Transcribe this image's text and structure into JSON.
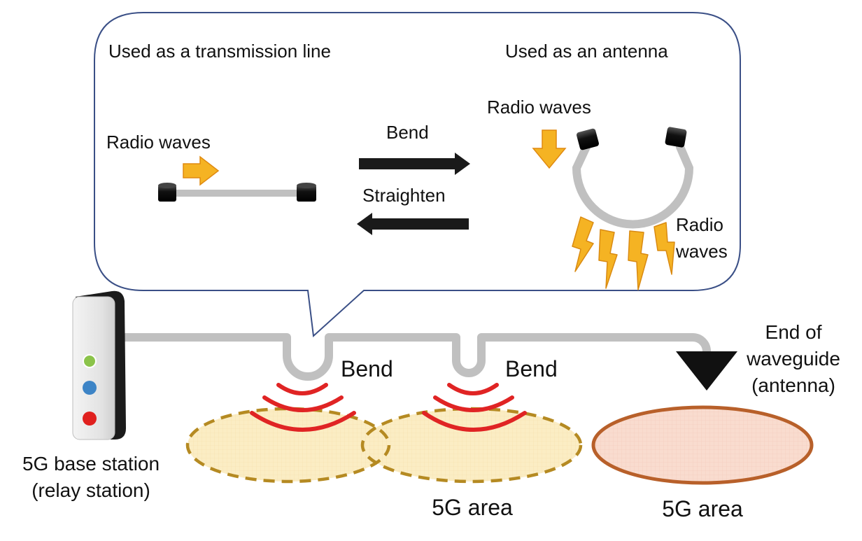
{
  "callout": {
    "left_title": "Used as a transmission line",
    "right_title": "Used as an antenna",
    "left_radio_label": "Radio waves",
    "right_radio_label": "Radio waves",
    "bend_arrow_label": "Bend",
    "straighten_arrow_label": "Straighten",
    "radiated_label_line1": "Radio",
    "radiated_label_line2": "waves"
  },
  "scene": {
    "station_label_line1": "5G base station",
    "station_label_line2": "(relay station)",
    "bend_label_1": "Bend",
    "bend_label_2": "Bend",
    "end_label_line1": "End of",
    "end_label_line2": "waveguide",
    "end_label_line3": "(antenna)",
    "area_label_1": "5G area",
    "area_label_2": "5G area"
  },
  "colors": {
    "callout_border": "#3a4f86",
    "waveguide": "#c0c0c0",
    "connector": "#1a1a1a",
    "arrow_dark": "#1a1a1a",
    "radio_arrow": "#f5b323",
    "lightning": "#f5b323",
    "wave_red": "#e02424",
    "area_fill": "#fbedc4",
    "area_border": "#b58a22",
    "area2_fill": "#f9dccf",
    "area2_border": "#b8602a",
    "led_green": "#8bc34a",
    "led_blue": "#3d84c6",
    "led_red": "#e0201e"
  }
}
